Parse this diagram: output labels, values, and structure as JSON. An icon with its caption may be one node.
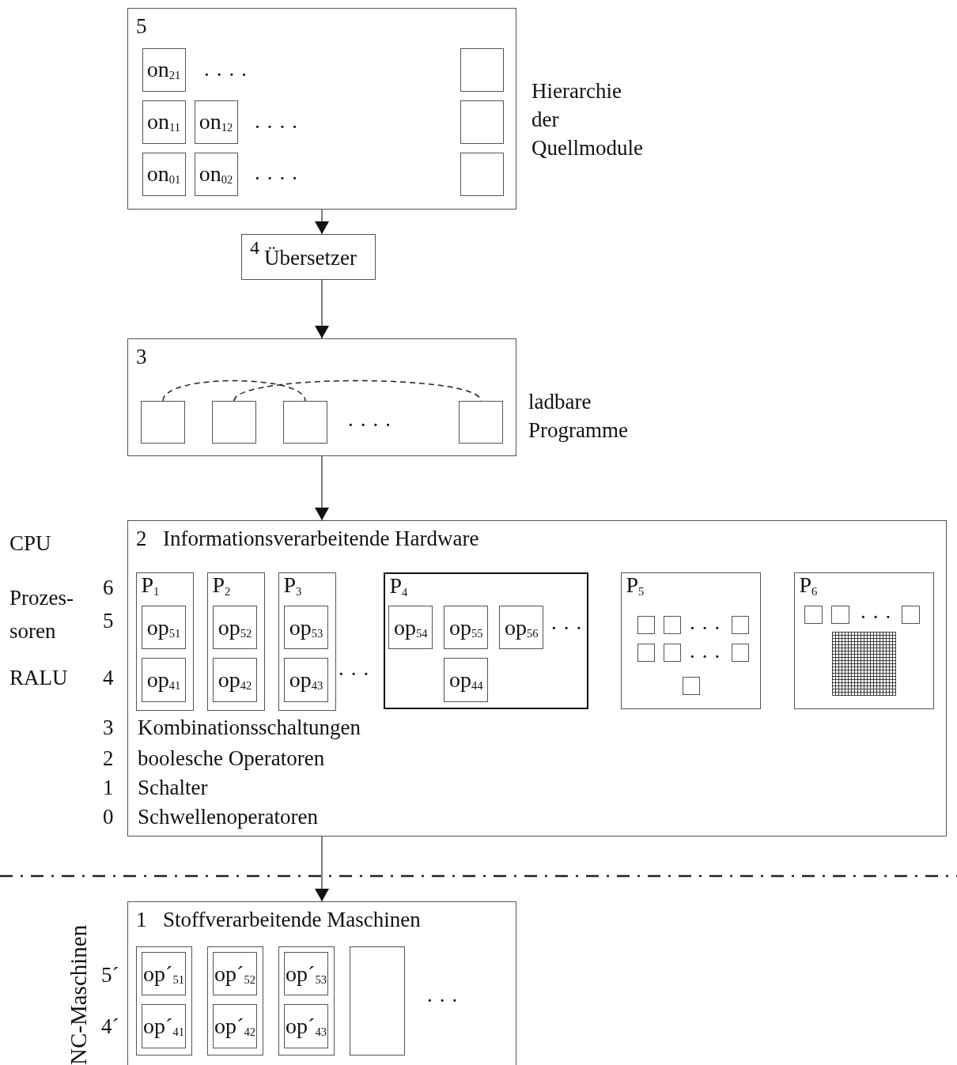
{
  "diagram": {
    "nodes": [
      {
        "text": [
          "5"
        ],
        "beside": [
          "Hierarchie der Quellmodule"
        ]
      },
      {
        "text": [
          "on$_{21}$"
        ],
        "in": 0
      },
      {
        "text": [],
        "shape": "box",
        "in": 0
      },
      {
        "text": [
          "on$_{11}$"
        ],
        "in": 0
      },
      {
        "text": [
          "on$_{12}$"
        ],
        "in": 0
      },
      {
        "text": [],
        "shape": "box",
        "in": 0
      },
      {
        "text": [
          "on$_{01}$"
        ],
        "in": 0
      },
      {
        "text": [
          "on$_{02}$"
        ],
        "in": 0
      },
      {
        "text": [],
        "shape": "box",
        "in": 0
      },
      {
        "text": [
          "4",
          "Übersetzer"
        ]
      },
      {
        "text": [
          "3"
        ],
        "beside": [
          "ladbare Programme"
        ]
      },
      {
        "text": [],
        "shape": "box",
        "in": 10
      },
      {
        "text": [],
        "shape": "box",
        "in": 10
      },
      {
        "text": [],
        "shape": "box",
        "in": 10
      },
      {
        "text": [],
        "shape": "box",
        "in": 10
      },
      {
        "text": [
          "2",
          "Informationsverarbeitende Hardware"
        ]
      },
      {
        "text": [
          "P$_{1}$"
        ],
        "in": 15
      },
      {
        "text": [
          "op$_{51}$"
        ],
        "in": 16
      },
      {
        "text": [
          "op$_{41}$"
        ],
        "in": 16
      },
      {
        "text": [
          "P$_{2}$"
        ],
        "in": 15
      },
      {
        "text": [
          "op$_{52}$"
        ],
        "in": 19
      },
      {
        "text": [
          "op$_{42}$"
        ],
        "in": 19
      },
      {
        "text": [
          "P$_{3}$"
        ],
        "in": 15
      },
      {
        "text": [
          "op$_{53}$"
        ],
        "in": 22
      },
      {
        "text": [
          "op$_{43}$"
        ],
        "in": 22
      },
      {
        "text": [
          "P$_{4}$"
        ],
        "in": 15
      },
      {
        "text": [
          "op$_{54}$"
        ],
        "in": 25
      },
      {
        "text": [
          "op$_{55}$"
        ],
        "in": 25
      },
      {
        "text": [
          "op$_{56}$"
        ],
        "in": 25
      },
      {
        "text": [
          "op$_{44}$"
        ],
        "in": 25
      },
      {
        "text": [
          "P$_{5}$"
        ],
        "in": 15
      },
      {
        "text": [],
        "shape": "box",
        "in": 30
      },
      {
        "text": [],
        "shape": "box",
        "in": 30
      },
      {
        "text": [],
        "shape": "box",
        "in": 30
      },
      {
        "text": [],
        "shape": "box",
        "in": 30
      },
      {
        "text": [],
        "shape": "box",
        "in": 30
      },
      {
        "text": [],
        "shape": "box",
        "in": 30
      },
      {
        "text": [],
        "shape": "box",
        "in": 30
      },
      {
        "text": [
          "P$_{6}$"
        ],
        "in": 15
      },
      {
        "text": [],
        "shape": "box",
        "in": 38
      },
      {
        "text": [],
        "shape": "box",
        "in": 38
      },
      {
        "text": [],
        "shape": "box",
        "in": 38
      },
      {
        "text": [
          "1",
          "Stoffverarbeitende Maschinen"
        ]
      },
      {
        "text": [],
        "shape": "box",
        "in": 42
      },
      {
        "text": [
          "op´$_{51}$"
        ],
        "in": 43
      },
      {
        "text": [
          "op´$_{41}$"
        ],
        "in": 43
      },
      {
        "text": [],
        "shape": "box",
        "in": 42
      },
      {
        "text": [
          "op´$_{52}$"
        ],
        "in": 46
      },
      {
        "text": [
          "op´$_{42}$"
        ],
        "in": 46
      },
      {
        "text": [],
        "shape": "box",
        "in": 42
      },
      {
        "text": [
          "op´$_{53}$"
        ],
        "in": 49
      },
      {
        "text": [
          "op´$_{43}$"
        ],
        "in": 49
      },
      {
        "text": [],
        "shape": "box",
        "in": 42
      }
    ],
    "edges": [
      {
        "from": 0,
        "to": 9,
        "arrow": "to"
      },
      {
        "from": 9,
        "to": 10,
        "arrow": "to"
      },
      {
        "from": 10,
        "to": 15,
        "arrow": "to"
      },
      {
        "from": 15,
        "to": 42,
        "arrow": "to"
      },
      {
        "from": 11,
        "to": 13,
        "arrow": "none",
        "style": "dashed"
      },
      {
        "from": 12,
        "to": 14,
        "arrow": "none",
        "style": "dashed"
      }
    ],
    "labels": [
      "....",
      "....",
      "....",
      "....",
      "CPU",
      "Prozes- soren",
      "6",
      "5",
      "...",
      "...",
      "...",
      "...",
      "...",
      "RALU",
      "4",
      "3",
      "Kombinationsschaltungen",
      "2",
      "boolesche Operatoren",
      "1",
      "Schalter",
      "0",
      "Schwellenoperatoren",
      "NC-Maschinen",
      "5´",
      "4´",
      "..."
    ]
  }
}
